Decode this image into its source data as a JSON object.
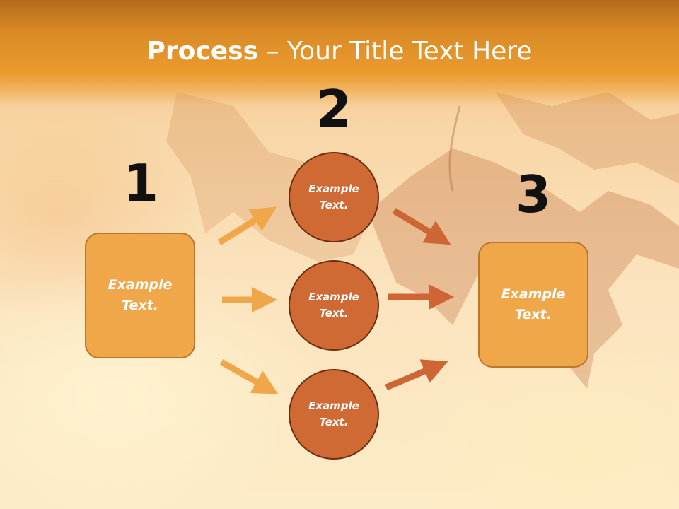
{
  "title": {
    "bold": "Process",
    "separator": " – ",
    "rest": "Your Title Text Here"
  },
  "steps": {
    "one": {
      "number": "1",
      "text": "Example Text."
    },
    "two": {
      "number": "2",
      "items": [
        {
          "text": "Example Text."
        },
        {
          "text": "Example Text."
        },
        {
          "text": "Example Text."
        }
      ]
    },
    "three": {
      "number": "3",
      "text": "Example Text."
    }
  },
  "colors": {
    "box_fill": "#f0a74a",
    "circle_fill": "#d06a35",
    "arrow_light": "#f0a74a",
    "arrow_dark": "#cd6534"
  }
}
